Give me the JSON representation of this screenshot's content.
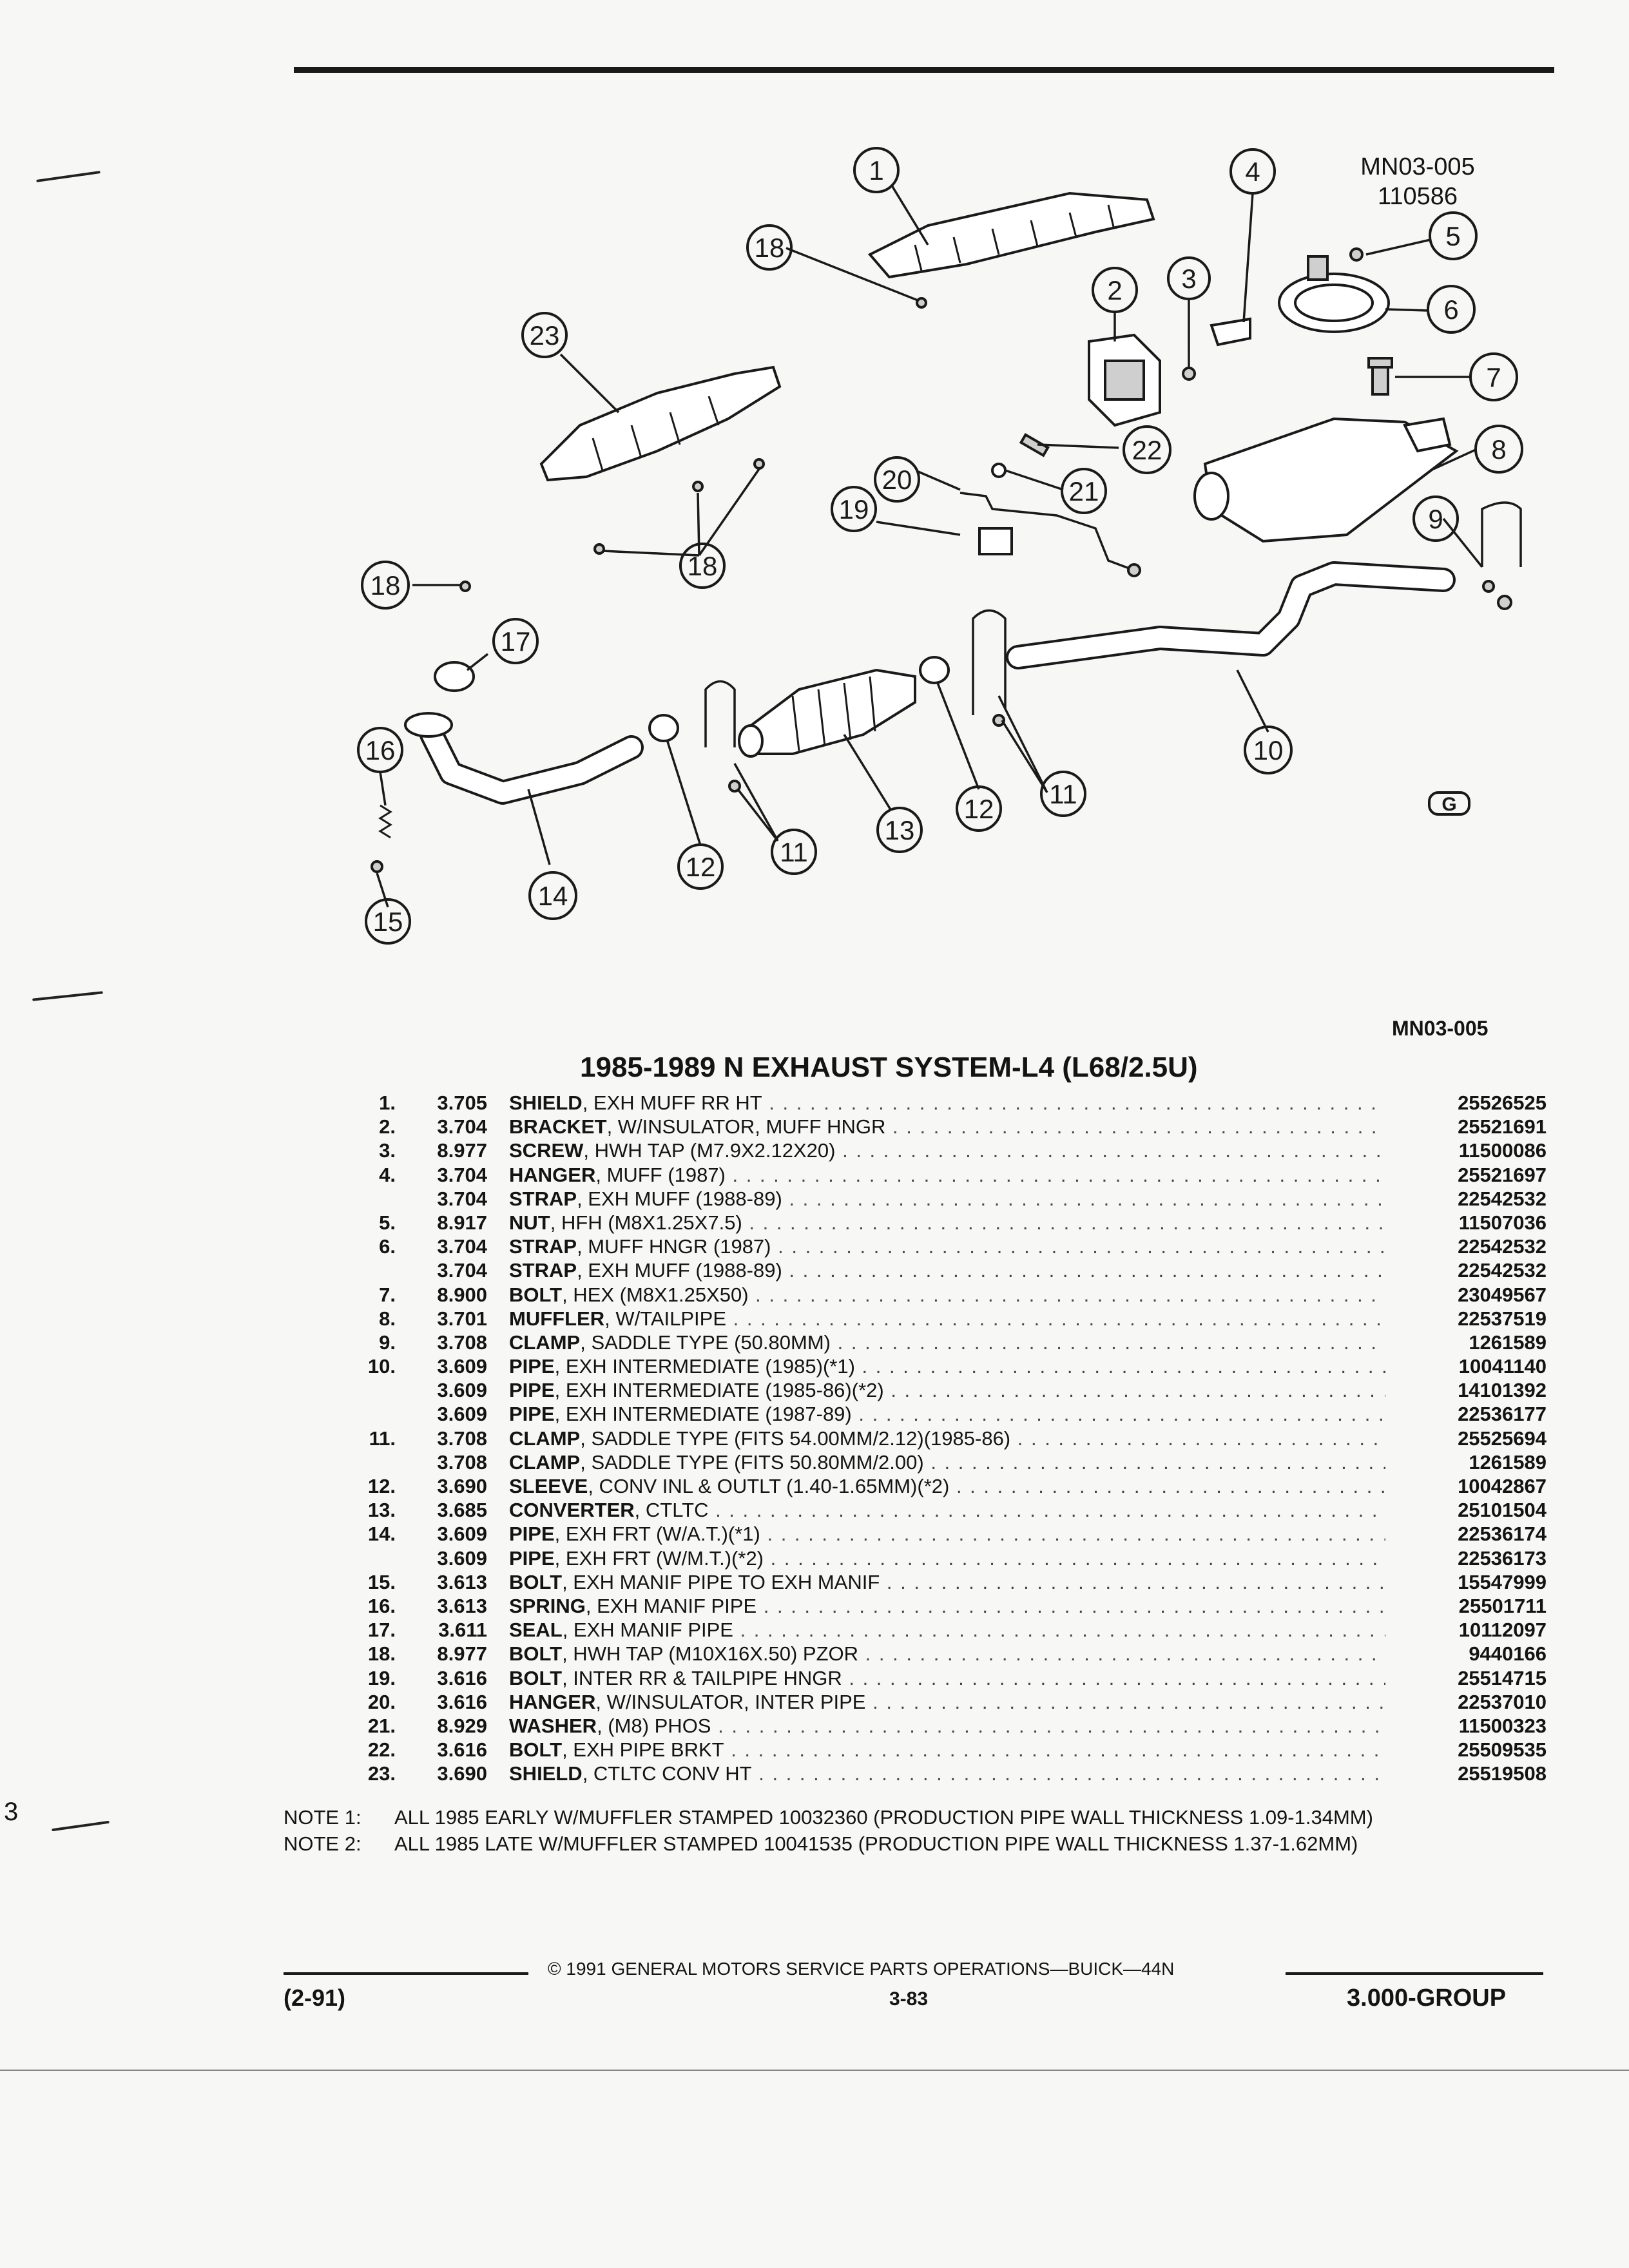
{
  "figure": {
    "code_top_line1": "MN03-005",
    "code_top_line2": "110586",
    "code_bottom": "MN03-005",
    "logo_text": "G",
    "callouts": [
      "1",
      "2",
      "3",
      "4",
      "5",
      "6",
      "7",
      "8",
      "9",
      "10",
      "11",
      "11",
      "12",
      "12",
      "13",
      "14",
      "15",
      "16",
      "17",
      "18",
      "18",
      "18",
      "19",
      "20",
      "21",
      "22",
      "23"
    ]
  },
  "section_title": "1985-1989 N EXHAUST SYSTEM-L4 (L68/2.5U)",
  "parts": [
    {
      "item": "1.",
      "group": "3.705",
      "name": "SHIELD",
      "detail": ", EXH MUFF RR HT",
      "part_no": "25526525"
    },
    {
      "item": "2.",
      "group": "3.704",
      "name": "BRACKET",
      "detail": ", W/INSULATOR, MUFF HNGR",
      "part_no": "25521691"
    },
    {
      "item": "3.",
      "group": "8.977",
      "name": "SCREW",
      "detail": ", HWH TAP (M7.9X2.12X20)",
      "part_no": "11500086"
    },
    {
      "item": "4.",
      "group": "3.704",
      "name": "HANGER",
      "detail": ", MUFF (1987)",
      "part_no": "25521697"
    },
    {
      "item": "",
      "group": "3.704",
      "name": "STRAP",
      "detail": ", EXH MUFF (1988-89)",
      "part_no": "22542532"
    },
    {
      "item": "5.",
      "group": "8.917",
      "name": "NUT",
      "detail": ", HFH (M8X1.25X7.5)",
      "part_no": "11507036"
    },
    {
      "item": "6.",
      "group": "3.704",
      "name": "STRAP",
      "detail": ", MUFF HNGR (1987)",
      "part_no": "22542532"
    },
    {
      "item": "",
      "group": "3.704",
      "name": "STRAP",
      "detail": ", EXH MUFF (1988-89)",
      "part_no": "22542532"
    },
    {
      "item": "7.",
      "group": "8.900",
      "name": "BOLT",
      "detail": ", HEX (M8X1.25X50)",
      "part_no": "23049567"
    },
    {
      "item": "8.",
      "group": "3.701",
      "name": "MUFFLER",
      "detail": ", W/TAILPIPE",
      "part_no": "22537519"
    },
    {
      "item": "9.",
      "group": "3.708",
      "name": "CLAMP",
      "detail": ", SADDLE TYPE (50.80MM)",
      "part_no": "1261589"
    },
    {
      "item": "10.",
      "group": "3.609",
      "name": "PIPE",
      "detail": ", EXH INTERMEDIATE (1985)(*1)",
      "part_no": "10041140"
    },
    {
      "item": "",
      "group": "3.609",
      "name": "PIPE",
      "detail": ", EXH INTERMEDIATE (1985-86)(*2)",
      "part_no": "14101392"
    },
    {
      "item": "",
      "group": "3.609",
      "name": "PIPE",
      "detail": ", EXH INTERMEDIATE (1987-89)",
      "part_no": "22536177"
    },
    {
      "item": "11.",
      "group": "3.708",
      "name": "CLAMP",
      "detail": ", SADDLE TYPE (FITS 54.00MM/2.12)(1985-86)",
      "part_no": "25525694"
    },
    {
      "item": "",
      "group": "3.708",
      "name": "CLAMP",
      "detail": ", SADDLE TYPE (FITS 50.80MM/2.00)",
      "part_no": "1261589"
    },
    {
      "item": "12.",
      "group": "3.690",
      "name": "SLEEVE",
      "detail": ", CONV INL & OUTLT (1.40-1.65MM)(*2)",
      "part_no": "10042867"
    },
    {
      "item": "13.",
      "group": "3.685",
      "name": "CONVERTER",
      "detail": ", CTLTC",
      "part_no": "25101504"
    },
    {
      "item": "14.",
      "group": "3.609",
      "name": "PIPE",
      "detail": ", EXH FRT (W/A.T.)(*1)",
      "part_no": "22536174"
    },
    {
      "item": "",
      "group": "3.609",
      "name": "PIPE",
      "detail": ", EXH FRT (W/M.T.)(*2)",
      "part_no": "22536173"
    },
    {
      "item": "15.",
      "group": "3.613",
      "name": "BOLT",
      "detail": ", EXH MANIF PIPE TO EXH MANIF",
      "part_no": "15547999"
    },
    {
      "item": "16.",
      "group": "3.613",
      "name": "SPRING",
      "detail": ", EXH MANIF PIPE",
      "part_no": "25501711"
    },
    {
      "item": "17.",
      "group": "3.611",
      "name": "SEAL",
      "detail": ", EXH MANIF PIPE",
      "part_no": "10112097"
    },
    {
      "item": "18.",
      "group": "8.977",
      "name": "BOLT",
      "detail": ", HWH TAP (M10X16X.50) PZOR",
      "part_no": "9440166"
    },
    {
      "item": "19.",
      "group": "3.616",
      "name": "BOLT",
      "detail": ", INTER RR & TAILPIPE HNGR",
      "part_no": "25514715"
    },
    {
      "item": "20.",
      "group": "3.616",
      "name": "HANGER",
      "detail": ", W/INSULATOR, INTER PIPE",
      "part_no": "22537010"
    },
    {
      "item": "21.",
      "group": "8.929",
      "name": "WASHER",
      "detail": ", (M8) PHOS",
      "part_no": "11500323"
    },
    {
      "item": "22.",
      "group": "3.616",
      "name": "BOLT",
      "detail": ", EXH PIPE BRKT",
      "part_no": "25509535"
    },
    {
      "item": "23.",
      "group": "3.690",
      "name": "SHIELD",
      "detail": ", CTLTC CONV HT",
      "part_no": "25519508"
    }
  ],
  "notes": [
    {
      "label": "NOTE 1:",
      "text": "ALL 1985 EARLY W/MUFFLER STAMPED 10032360 (PRODUCTION PIPE WALL THICKNESS 1.09-1.34MM)"
    },
    {
      "label": "NOTE 2:",
      "text": "ALL 1985 LATE W/MUFFLER STAMPED 10041535 (PRODUCTION PIPE WALL THICKNESS 1.37-1.62MM)"
    }
  ],
  "footer": {
    "copyright": "© 1991 GENERAL MOTORS SERVICE PARTS OPERATIONS—BUICK—44N",
    "date": "(2-91)",
    "page": "3-83",
    "group": "3.000-GROUP"
  },
  "margin_marks": {
    "left_3": "3"
  }
}
